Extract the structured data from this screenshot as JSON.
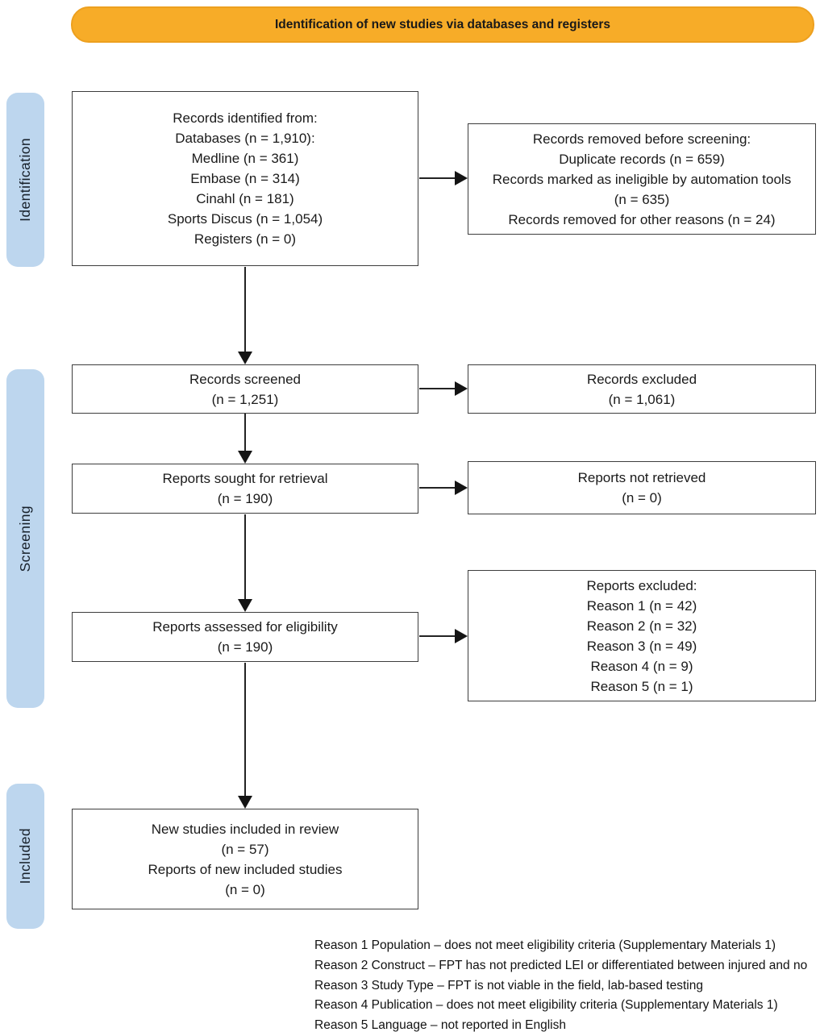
{
  "banner": {
    "label": "Identification of new studies via databases and registers"
  },
  "stages": {
    "identification": "Identification",
    "screening": "Screening",
    "included": "Included"
  },
  "boxes": {
    "records_identified": {
      "lines": [
        "Records identified from:",
        "Databases (n = 1,910):",
        "Medline (n = 361)",
        "Embase (n = 314)",
        "Cinahl (n = 181)",
        "Sports Discus (n = 1,054)",
        "Registers (n = 0)"
      ]
    },
    "records_removed": {
      "lines": [
        "Records removed before screening:",
        "Duplicate records (n = 659)",
        "Records marked as ineligible by automation tools (n = 635)",
        "Records removed for other reasons (n = 24)"
      ]
    },
    "records_screened": {
      "lines": [
        "Records screened",
        "(n = 1,251)"
      ]
    },
    "records_excluded": {
      "lines": [
        "Records excluded",
        "(n = 1,061)"
      ]
    },
    "reports_sought": {
      "lines": [
        "Reports sought for retrieval",
        "(n = 190)"
      ]
    },
    "reports_not_retrieved": {
      "lines": [
        "Reports not retrieved",
        "(n = 0)"
      ]
    },
    "reports_assessed": {
      "lines": [
        "Reports assessed for eligibility",
        "(n = 190)"
      ]
    },
    "reports_excluded": {
      "lines": [
        "Reports excluded:",
        "Reason 1 (n = 42)",
        "Reason 2 (n = 32)",
        "Reason 3 (n = 49)",
        "Reason 4 (n = 9)",
        "Reason 5 (n = 1)"
      ]
    },
    "new_studies_included": {
      "lines": [
        "New studies included in review",
        "(n = 57)",
        "Reports of new included studies",
        "(n = 0)"
      ]
    }
  },
  "footnotes": [
    "Reason 1 Population – does not meet eligibility criteria (Supplementary Materials 1)",
    "Reason 2 Construct – FPT has not predicted LEI or differentiated between injured and no",
    "Reason 3 Study Type – FPT is not viable in the field, lab-based testing",
    "Reason 4 Publication – does not meet eligibility criteria (Supplementary Materials 1)",
    "Reason 5 Language – not reported in English"
  ],
  "colors": {
    "banner_bg": "#F7AC28",
    "banner_border": "#EDA01F",
    "stage_bg": "#BDD6EE",
    "box_border": "#3d3d3d",
    "arrow": "#141414"
  }
}
